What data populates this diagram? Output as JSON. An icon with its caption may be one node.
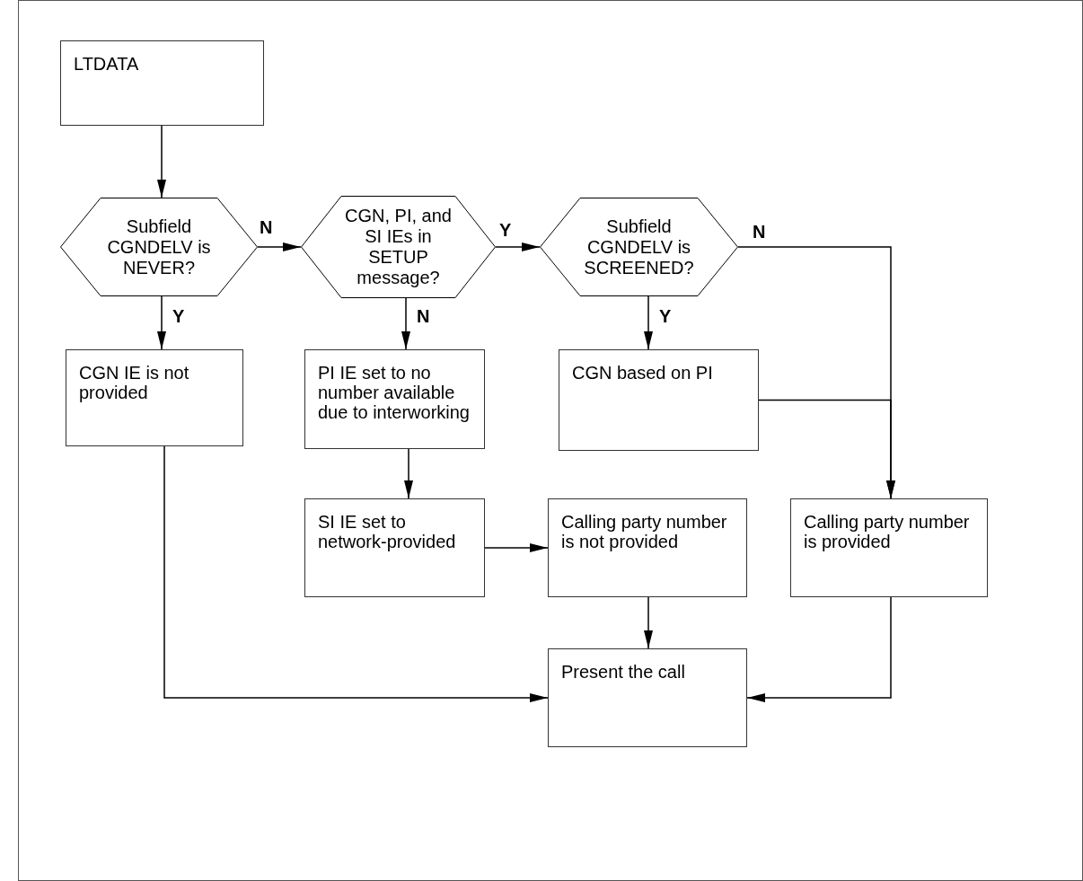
{
  "diagram": {
    "nodes": [
      {
        "text": [
          "LTDATA"
        ]
      },
      {
        "text": [
          "Subfield CGNDELV is NEVER?"
        ]
      },
      {
        "text": [
          "CGN, PI, and SI IEs in SETUP message?"
        ]
      },
      {
        "text": [
          "Subfield CGNDELV is SCREENED?"
        ]
      },
      {
        "text": [
          "CGN IE is not provided"
        ]
      },
      {
        "text": [
          "PI IE set to no number available due to interworking"
        ]
      },
      {
        "text": [
          "CGN based on PI"
        ]
      },
      {
        "text": [
          "SI IE set to network-provided"
        ]
      },
      {
        "text": [
          "Calling party number is not provided"
        ]
      },
      {
        "text": [
          "Calling party number is provided"
        ]
      },
      {
        "text": [
          "Present the call"
        ]
      }
    ],
    "edges": [
      {
        "from": 0,
        "to": 1,
        "arrow": "to"
      },
      {
        "from": 1,
        "to": 2,
        "arrow": "to",
        "label": "N"
      },
      {
        "from": 1,
        "to": 4,
        "arrow": "to",
        "label": "Y"
      },
      {
        "from": 2,
        "to": 3,
        "arrow": "to",
        "label": "Y"
      },
      {
        "from": 2,
        "to": 5,
        "arrow": "to",
        "label": "N"
      },
      {
        "from": 3,
        "to": 6,
        "arrow": "to",
        "label": "Y"
      },
      {
        "from": 3,
        "to": 9,
        "arrow": "to",
        "label": "N"
      },
      {
        "from": 6,
        "to": 9,
        "arrow": "to"
      },
      {
        "from": 5,
        "to": 7,
        "arrow": "to"
      },
      {
        "from": 7,
        "to": 8,
        "arrow": "to"
      },
      {
        "from": 8,
        "to": 10,
        "arrow": "to"
      },
      {
        "from": 4,
        "to": 10,
        "arrow": "to"
      },
      {
        "from": 9,
        "to": 10,
        "arrow": "to"
      }
    ]
  }
}
